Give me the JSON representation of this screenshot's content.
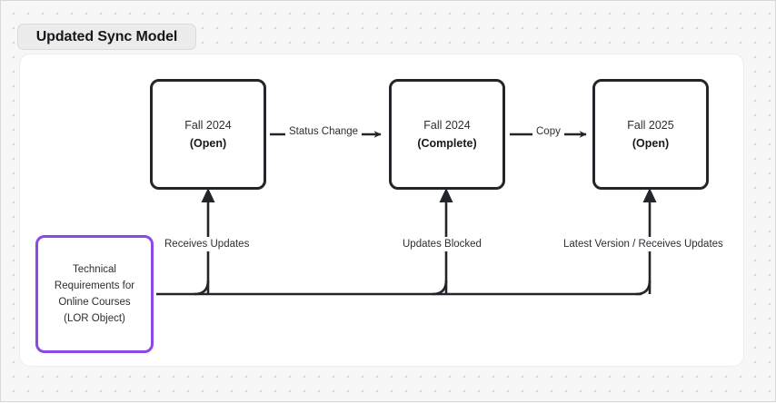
{
  "canvas": {
    "background_color": "#f7f7f7",
    "dot_grid_color": "#d2d2d2",
    "panel_color": "#ffffff"
  },
  "header": {
    "title": "Updated Sync Model",
    "pill_background": "#ececec"
  },
  "diagram": {
    "node_border_color": "#22252a",
    "lor_border_color": "#8b47e8",
    "nodes": [
      {
        "id": "fall2024-open",
        "term": "Fall 2024",
        "status": "(Open)"
      },
      {
        "id": "fall2024-complete",
        "term": "Fall 2024",
        "status": "(Complete)"
      },
      {
        "id": "fall2025-open",
        "term": "Fall 2025",
        "status": "(Open)"
      }
    ],
    "lor_node": {
      "id": "lor-object",
      "text": "Technical\nRequirements for\nOnline Courses\n(LOR Object)"
    },
    "edge_labels": {
      "status_change": "Status Change",
      "copy": "Copy",
      "receives_updates": "Receives Updates",
      "updates_blocked": "Updates Blocked",
      "latest_version": "Latest Version / Receives Updates"
    }
  }
}
